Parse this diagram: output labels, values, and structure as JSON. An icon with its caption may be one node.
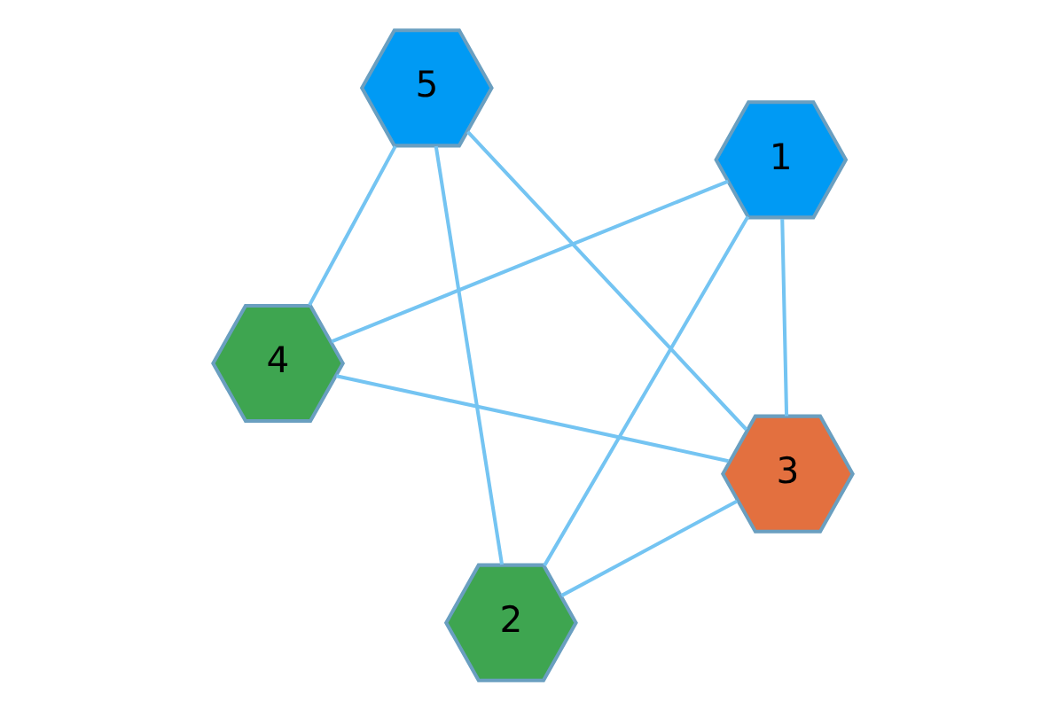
{
  "diagram": {
    "nodes": [
      {
        "text": [
          "1"
        ]
      },
      {
        "text": [
          "2"
        ]
      },
      {
        "text": [
          "3"
        ]
      },
      {
        "text": [
          "4"
        ]
      },
      {
        "text": [
          "5"
        ]
      }
    ],
    "edges": [
      {
        "from": 0,
        "to": 3,
        "arrow": "none"
      },
      {
        "from": 0,
        "to": 2,
        "arrow": "none"
      },
      {
        "from": 0,
        "to": 1,
        "arrow": "none"
      },
      {
        "from": 3,
        "to": 2,
        "arrow": "none"
      },
      {
        "from": 3,
        "to": 4,
        "arrow": "none"
      },
      {
        "from": 2,
        "to": 4,
        "arrow": "none"
      },
      {
        "from": 2,
        "to": 1,
        "arrow": "none"
      },
      {
        "from": 1,
        "to": 4,
        "arrow": "none"
      }
    ]
  }
}
